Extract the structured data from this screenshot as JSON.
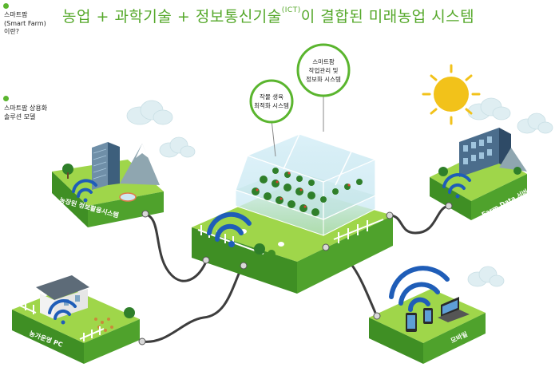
{
  "header": {
    "title_main": "농업 + 과학기술 + 정보통신기술",
    "title_sup": "(ICT)",
    "title_tail": "이 결합된 미래농업 시스템"
  },
  "side": {
    "intro_line1": "스마트팜",
    "intro_line2": "(Smart Farm)",
    "intro_line3": "이란?",
    "model_line1": "스마트팜 상용화",
    "model_line2": "솔루션 모델"
  },
  "bubbles": {
    "crop_line1": "작물 생육",
    "crop_line2": "최적화 시스템",
    "work_line1": "스마트팜",
    "work_line2": "작업관리 및",
    "work_line3": "정보화 시스템"
  },
  "platforms": {
    "farm_info": "농장된 정보활용시스템",
    "farm_data": "Farm Data 서버",
    "farm_pc": "농가운영 PC",
    "mobile": "모바일"
  },
  "colors": {
    "accent_green": "#5ab52e",
    "platform_top": "#9fd64a",
    "platform_side": "#4fa22c",
    "wifi_blue": "#1f5db8",
    "sun": "#f2c21a"
  }
}
